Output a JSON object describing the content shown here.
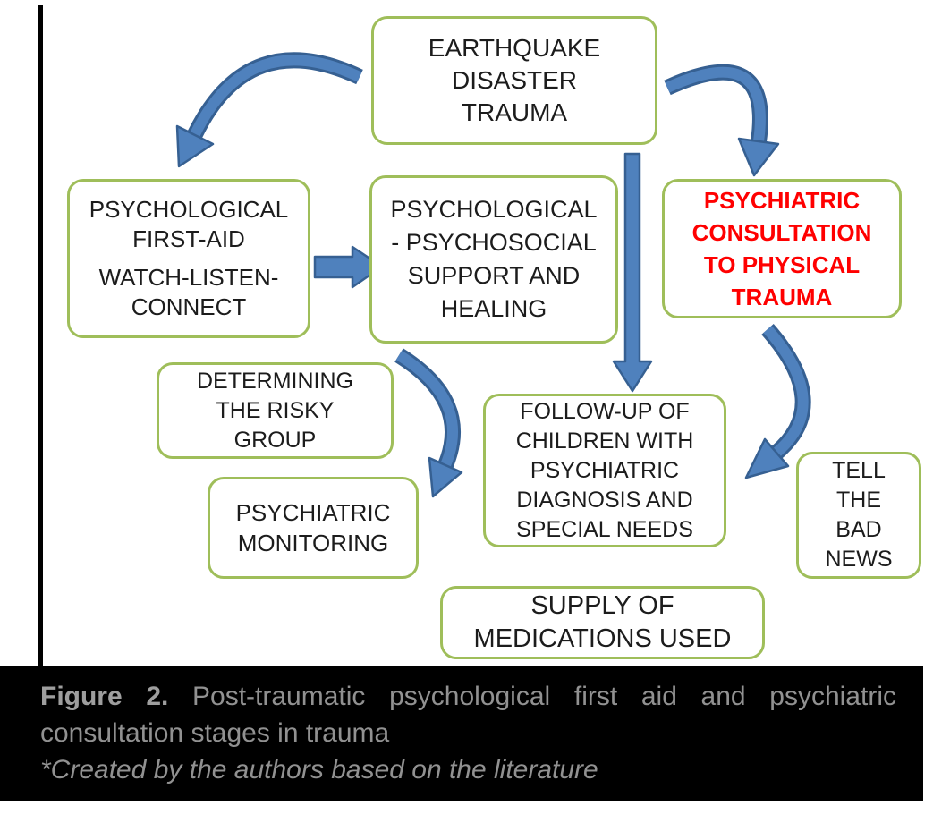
{
  "figure": {
    "boxes": {
      "earthquake": "EARTHQUAKE\nDISASTER\nTRAUMA",
      "pfa_part1": "PSYCHOLOGICAL\nFIRST-AID",
      "pfa_part2": "WATCH-LISTEN-\nCONNECT",
      "psychosocial": "PSYCHOLOGICAL\n- PSYCHOSOCIAL\nSUPPORT AND\nHEALING",
      "consultation": "PSYCHIATRIC\nCONSULTATION\nTO PHYSICAL\nTRAUMA",
      "risky": "DETERMINING\nTHE RISKY\nGROUP",
      "monitoring": "PSYCHIATRIC\nMONITORING",
      "followup": "FOLLOW-UP OF\nCHILDREN WITH\nPSYCHIATRIC\nDIAGNOSIS AND\nSPECIAL NEEDS",
      "badnews": "TELL\nTHE\nBAD\nNEWS",
      "supply": "SUPPLY OF\nMEDICATIONS USED"
    },
    "arrows": [
      {
        "name": "earthquake-to-first-aid",
        "style": "curved"
      },
      {
        "name": "earthquake-to-psychiatric-consultation",
        "style": "curved"
      },
      {
        "name": "earthquake-to-followup",
        "style": "straight-down"
      },
      {
        "name": "first-aid-to-psychosocial-support",
        "style": "straight-right"
      },
      {
        "name": "risky-group-to-psychiatric-monitoring",
        "style": "curved"
      },
      {
        "name": "psychiatric-consultation-to-followup",
        "style": "curved"
      }
    ]
  },
  "caption": {
    "label": "Figure 2.",
    "line1_rest": "Post-traumatic psychological first aid and psychiatric",
    "line2": "consultation stages in trauma",
    "line3": "*Created by the authors based on the literature"
  },
  "colors": {
    "box_border_green": "#9fbe5a",
    "arrow_blue": "#4f81bd",
    "arrow_blue_dark": "#366092",
    "alert_red": "#ff0000",
    "caption_bg": "#000000",
    "caption_text": "#919191"
  }
}
